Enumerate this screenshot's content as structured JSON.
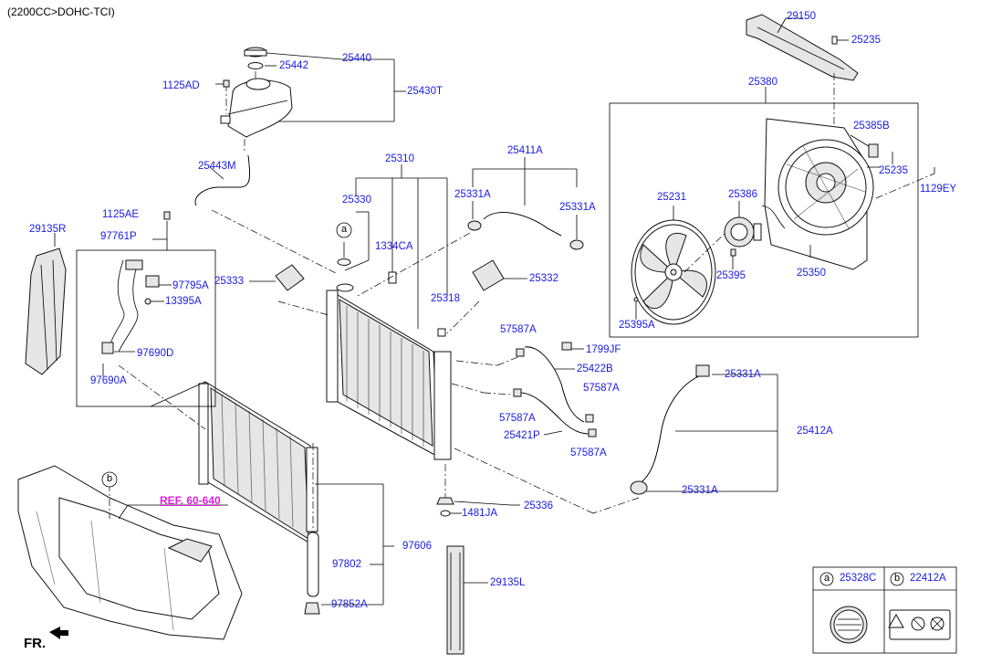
{
  "header": "(2200CC>DOHC-TCI)",
  "ref_label": "REF. 60-640",
  "front_label": "FR.",
  "parts": {
    "p29150": "29150",
    "p25235a": "25235",
    "p25380": "25380",
    "p25385b": "25385B",
    "p25235b": "25235",
    "p1129ey": "1129EY",
    "p25231": "25231",
    "p25386": "25386",
    "p25350": "25350",
    "p25395": "25395",
    "p25395a": "25395A",
    "p25440": "25440",
    "p25442": "25442",
    "p1125ad": "1125AD",
    "p25430t": "25430T",
    "p25443m": "25443M",
    "p25310": "25310",
    "p25411a": "25411A",
    "p25330": "25330",
    "p25331a_1": "25331A",
    "p25331a_2": "25331A",
    "p1125ae": "1125AE",
    "p29135r": "29135R",
    "p97761p": "97761P",
    "p1334ca": "1334CA",
    "p25333": "25333",
    "p25332": "25332",
    "p97795a": "97795A",
    "p13395a": "13395A",
    "p25318": "25318",
    "p97690d": "97690D",
    "p97690a": "97690A",
    "p57587a_1": "57587A",
    "p1799jf": "1799JF",
    "p25422b": "25422B",
    "p25331a_3": "25331A",
    "p57587a_2": "57587A",
    "p57587a_3": "57587A",
    "p25421p": "25421P",
    "p57587a_4": "57587A",
    "p25412a": "25412A",
    "p25331a_4": "25331A",
    "p25336": "25336",
    "p1481ja": "1481JA",
    "p97606": "97606",
    "p97802": "97802",
    "p97852a": "97852A",
    "p29135l": "29135L"
  },
  "callouts": {
    "a": "a",
    "b": "b"
  },
  "legend": {
    "a_letter": "a",
    "a_part": "25328C",
    "b_letter": "b",
    "b_part": "22412A"
  }
}
